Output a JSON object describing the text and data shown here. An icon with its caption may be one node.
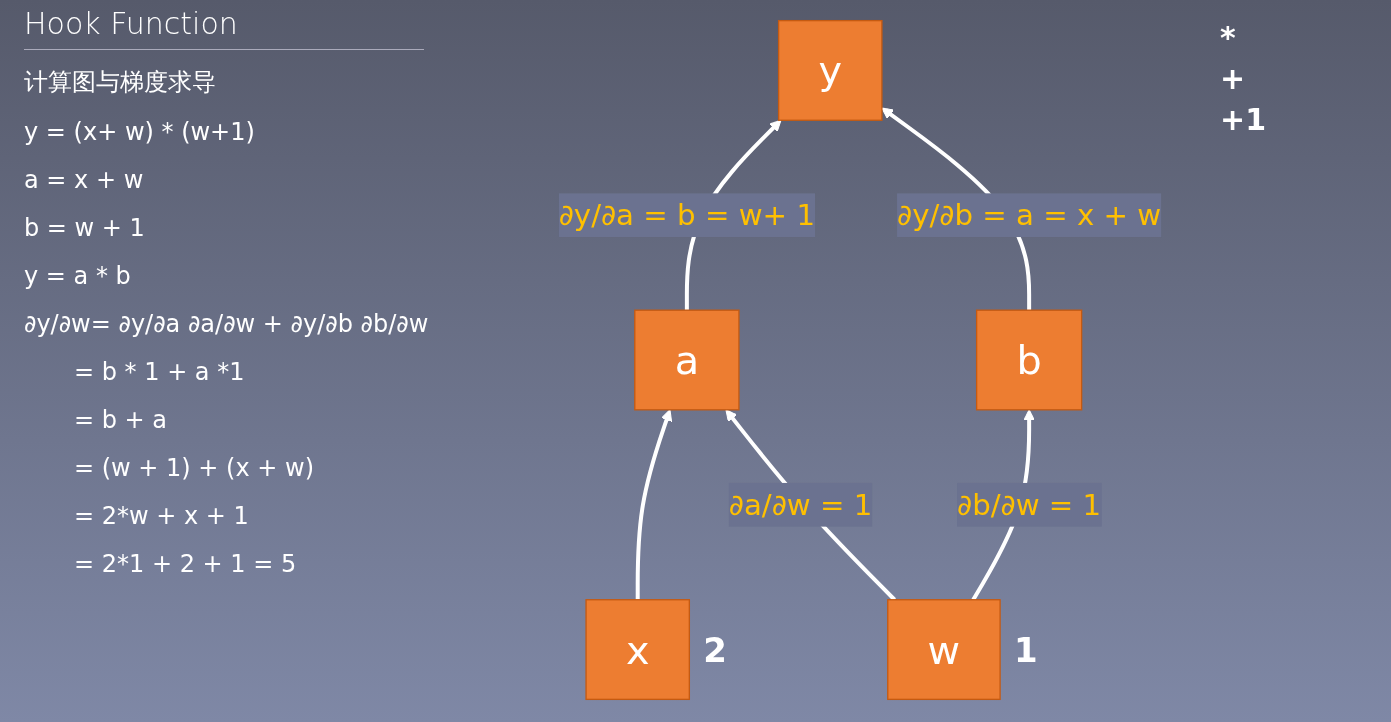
{
  "diagram": {
    "title": "Hook Function",
    "nodes": [
      {
        "text": [
          "y"
        ]
      },
      {
        "text": [
          "a"
        ]
      },
      {
        "text": [
          "b"
        ]
      },
      {
        "text": [
          "x"
        ],
        "beside": [
          "2"
        ]
      },
      {
        "text": [
          "w"
        ],
        "beside": [
          "1"
        ]
      }
    ],
    "edges": [
      {
        "from": 3,
        "to": 1,
        "arrow": "to"
      },
      {
        "from": 4,
        "to": 1,
        "arrow": "to",
        "label": "∂a/∂w = 1"
      },
      {
        "from": 4,
        "to": 2,
        "arrow": "to",
        "label": "∂b/∂w = 1"
      },
      {
        "from": 1,
        "to": 0,
        "arrow": "to",
        "label": "∂y/∂a = b = w+ 1"
      },
      {
        "from": 2,
        "to": 0,
        "arrow": "to",
        "label": "∂y/∂b = a = x + w"
      }
    ],
    "labels": [
      "计算图与梯度求导",
      "y = (x+ w) * (w+1)",
      "a = x + w",
      "b = w + 1",
      "y = a * b",
      "∂y/∂w= ∂y/∂a ∂a/∂w + ∂y/∂b ∂b/∂w",
      "= b * 1 + a *1",
      "= b + a",
      "= (w + 1) + (x + w)",
      "= 2*w + x + 1",
      "= 2*1 + 2 + 1 = 5",
      "*",
      "+",
      "+1"
    ]
  }
}
